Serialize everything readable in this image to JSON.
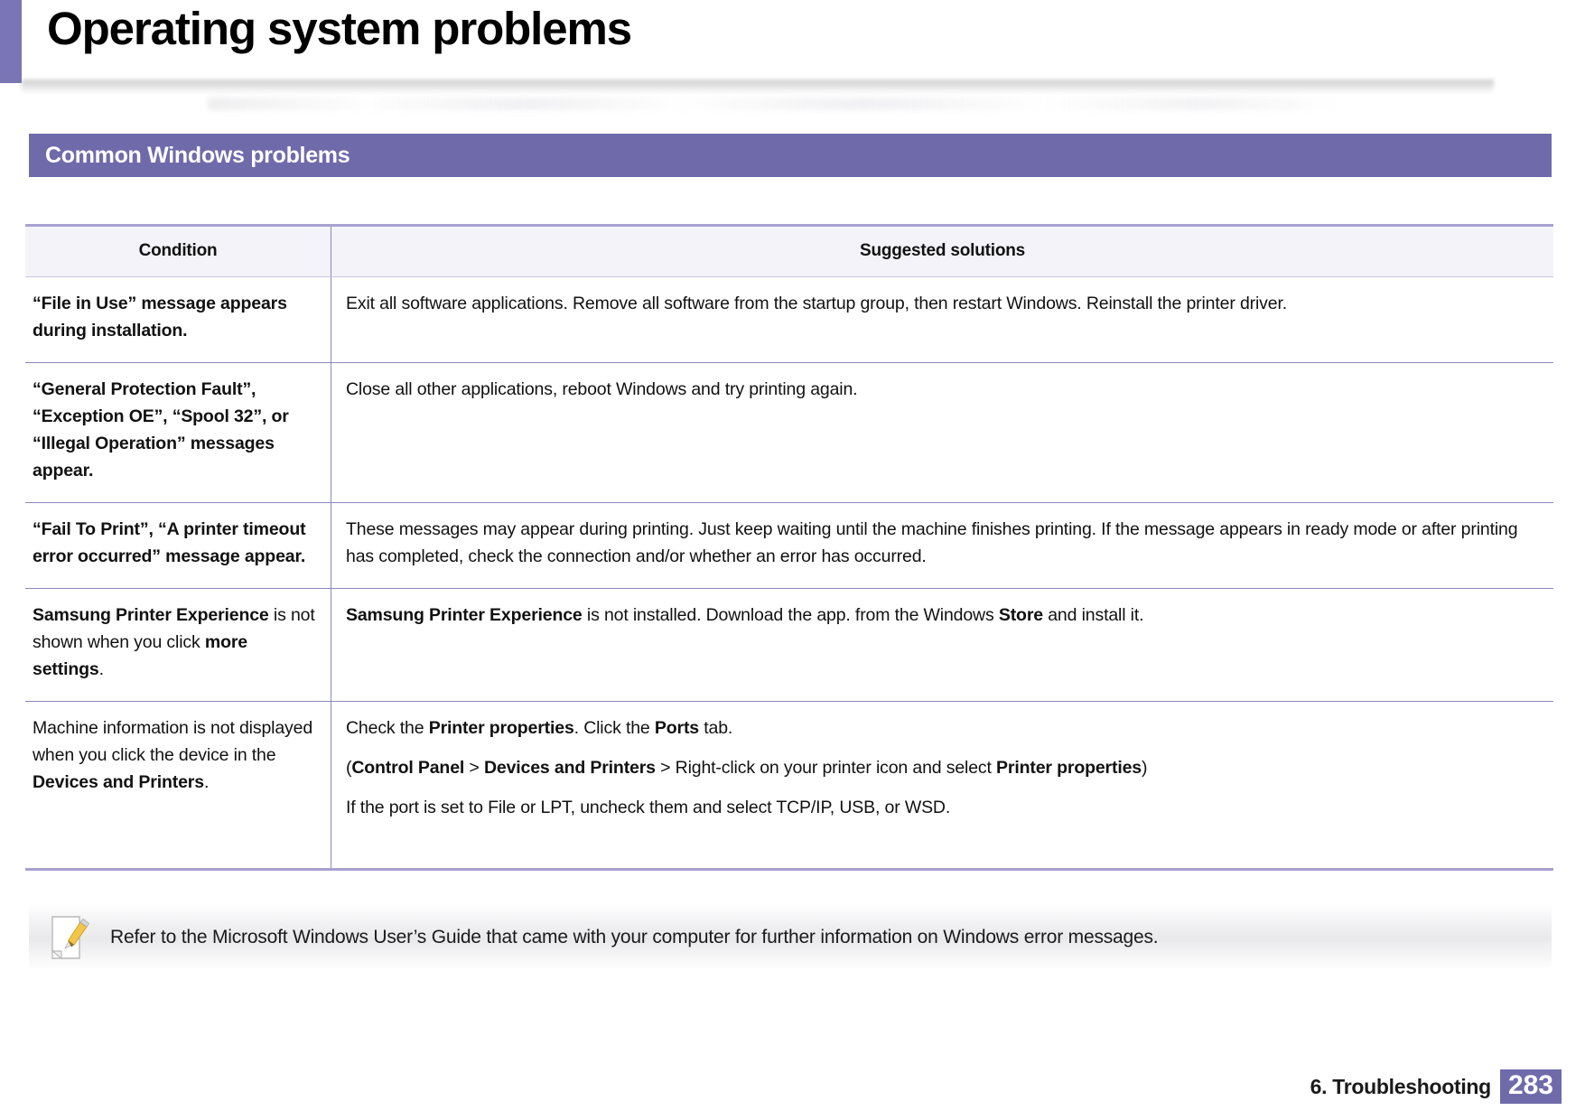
{
  "header": {
    "title": "Operating system problems"
  },
  "section": {
    "title": "Common Windows problems"
  },
  "table": {
    "columns": {
      "condition": "Condition",
      "solutions": "Suggested solutions"
    },
    "rows": [
      {
        "condition_html": "<b>“File in Use” message appears during installation.</b>",
        "condition_text": "“File in Use” message appears during installation.",
        "solution_lines": [
          "Exit all software applications. Remove all software from the startup group, then restart Windows. Reinstall the printer driver."
        ],
        "solution_html": "<p class=\"sol-line\">Exit all software applications. Remove all software from the startup group, then restart Windows. Reinstall the printer driver.</p>"
      },
      {
        "condition_html": "<b>“General Protection Fault”, “Exception OE”, “Spool 32”, or “Illegal Operation” messages appear.</b>",
        "condition_text": "“General Protection Fault”, “Exception OE”, “Spool 32”, or “Illegal Operation” messages appear.",
        "solution_lines": [
          "Close all other applications, reboot Windows and try printing again."
        ],
        "solution_html": "<p class=\"sol-line\">Close all other applications, reboot Windows and try printing again.</p>"
      },
      {
        "condition_html": "<b>“Fail To Print”, “A printer timeout error occurred” message appear.</b>",
        "condition_text": "“Fail To Print”, “A printer timeout error occurred” message appear.",
        "solution_lines": [
          "These messages may appear during printing. Just keep waiting until the machine finishes printing. If the message appears in ready mode or after printing has completed, check the connection and/or whether an error has occurred."
        ],
        "solution_html": "<p class=\"sol-line\">These messages may appear during printing. Just keep waiting until the machine finishes printing. If the message appears in ready mode or after printing has completed, check the connection and/or whether an error has occurred.</p>"
      },
      {
        "condition_html": "<b>Samsung Printer Experience</b> is not shown when you click <b>more settings</b>.",
        "condition_text": "Samsung Printer Experience is not shown when you click more settings.",
        "solution_lines": [
          "Samsung Printer Experience is not installed. Download the app. from the  Windows Store and install it."
        ],
        "solution_html": "<p class=\"sol-line\"><b>Samsung Printer Experience</b> is not installed. Download the app. from the  Windows <b>Store</b> and install it.</p>"
      },
      {
        "condition_html": "Machine information is not displayed when you click the device in the <b>Devices and Printers</b>.",
        "condition_text": "Machine information is not displayed when you click the device in the Devices and Printers.",
        "solution_lines": [
          "Check the Printer properties. Click the Ports tab.",
          "(Control Panel > Devices and Printers > Right-click on your printer icon and select Printer properties)",
          "If the port is set to File or LPT, uncheck them and select TCP/IP, USB, or WSD."
        ],
        "solution_html": "<p class=\"sol-line\">Check the <b>Printer properties</b>. Click the <b>Ports</b> tab.</p><p class=\"sol-line\">(<b>Control Panel</b> &gt; <b>Devices and Printers</b> &gt; Right-click on your printer icon and select <b>Printer properties</b>)</p><p class=\"sol-line\">If the port is set to File or LPT, uncheck them and select TCP/IP, USB, or WSD.</p>"
      }
    ]
  },
  "note": {
    "icon": "note-pencil-icon",
    "text": "Refer to the Microsoft Windows User’s Guide that came with your computer for further information on Windows error messages."
  },
  "footer": {
    "chapter": "6.  Troubleshooting",
    "page_number": "283"
  },
  "colors": {
    "accent_purple": "#6f6bab",
    "accent_light": "#a6a2cf",
    "table_header_bg": "#f4f3f9",
    "rule": "#8b87bd"
  }
}
